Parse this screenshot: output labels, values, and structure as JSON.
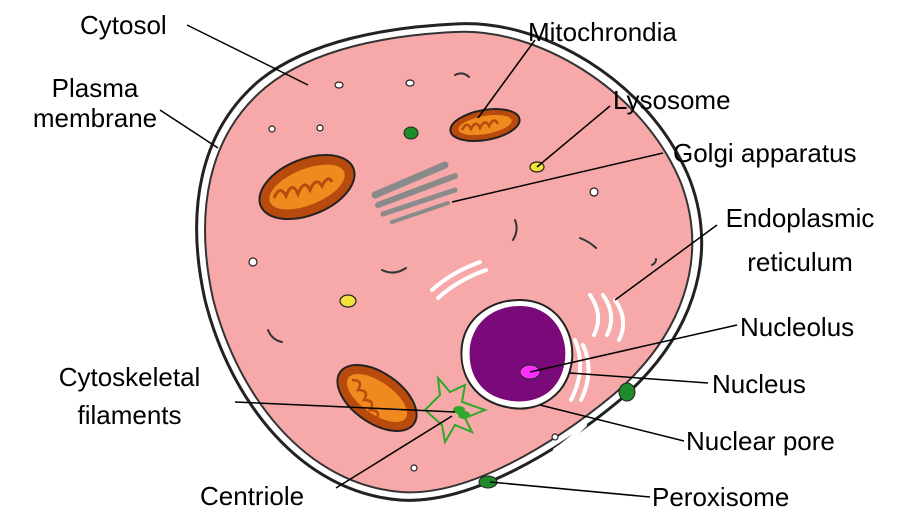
{
  "diagram": {
    "labels": {
      "cytosol": "Cytosol",
      "plasma_membrane_1": "Plasma",
      "plasma_membrane_2": "membrane",
      "mitochondria": "Mitochrondia",
      "lysosome": "Lysosome",
      "golgi": "Golgi apparatus",
      "er_1": "Endoplasmic",
      "er_2": "reticulum",
      "nucleolus": "Nucleolus",
      "nucleus": "Nucleus",
      "nuclear_pore": "Nuclear pore",
      "cytoskeletal_1": "Cytoskeletal",
      "cytoskeletal_2": "filaments",
      "centriole": "Centriole",
      "peroxisome": "Peroxisome"
    },
    "colors": {
      "cytoplasm": "#f7a8a8",
      "membrane_outline": "#222222",
      "mitochondria_outer": "#b84a0e",
      "mitochondria_inner": "#f08a1e",
      "nucleus": "#7a0a7a",
      "nucleolus": "#ff30ff",
      "golgi": "#8a8a8a",
      "lysosome": "#f2e23a",
      "peroxisome": "#1f8a2a",
      "centriole": "#2fa82a"
    }
  }
}
